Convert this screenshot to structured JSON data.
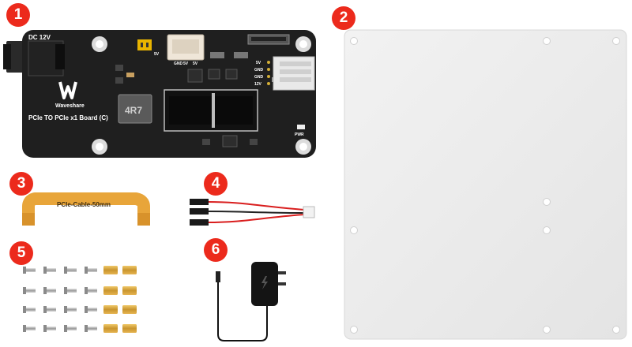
{
  "badges": [
    "1",
    "2",
    "3",
    "4",
    "5",
    "6"
  ],
  "board": {
    "dc_label": "DC 12V",
    "brand": "Waveshare",
    "title": "PCIe TO PCIe x1 Board (C)",
    "inductor": "4R7",
    "header_labels": [
      "GND",
      "5V",
      "5V"
    ],
    "jumper_label": "5V",
    "side_labels": [
      "5V",
      "GND",
      "GND",
      "12V"
    ],
    "pwr_label": "PWR"
  },
  "ribbon": {
    "label": "PCIe-Cable-50mm"
  },
  "colors": {
    "badge": "#ec2a1c",
    "pcb": "#1e1e1e",
    "ribbon": "#e8a53a",
    "standoff": "#d9a94a"
  }
}
